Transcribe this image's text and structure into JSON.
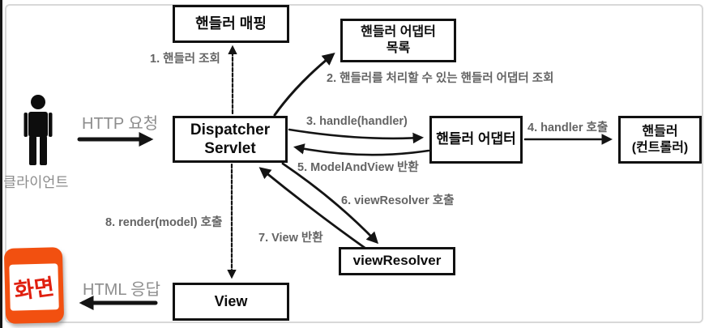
{
  "diagram": {
    "boxes": [
      {
        "id": "handler-mapping",
        "label": "핸들러 매핑"
      },
      {
        "id": "handler-adapter-list",
        "label": "핸들러 어댑터\n목록"
      },
      {
        "id": "dispatcher-servlet",
        "label": "Dispatcher\nServlet"
      },
      {
        "id": "handler-adapter",
        "label": "핸들러 어댑터"
      },
      {
        "id": "handler-controller",
        "label": "핸들러\n(컨트롤러)"
      },
      {
        "id": "view-resolver",
        "label": "viewResolver"
      },
      {
        "id": "view",
        "label": "View"
      }
    ],
    "steps": [
      {
        "id": "step-1",
        "text": "1. 핸들러 조회"
      },
      {
        "id": "step-2",
        "text": "2. 핸들러를 처리할 수 있는 핸들러 어댑터 조회"
      },
      {
        "id": "step-3",
        "text": "3. handle(handler)"
      },
      {
        "id": "step-4",
        "text": "4. handler 호출"
      },
      {
        "id": "step-5",
        "text": "5. ModelAndView 반환"
      },
      {
        "id": "step-6",
        "text": "6. viewResolver 호출"
      },
      {
        "id": "step-7",
        "text": "7. View 반환"
      },
      {
        "id": "step-8",
        "text": "8. render(model) 호출"
      }
    ],
    "flow": {
      "http_request": "HTTP 요청",
      "html_response": "HTML 응답",
      "client": "클라이언트",
      "screen_stamp": "화면"
    },
    "icons": {
      "client": "standing-person-icon",
      "stamp": "screen-stamp-icon"
    },
    "colors": {
      "stamp_orange": "#f25010",
      "stamp_red": "#e02010",
      "label_gray": "#646464",
      "frame_gray": "#d8d8d8",
      "line_black": "#141414"
    }
  }
}
